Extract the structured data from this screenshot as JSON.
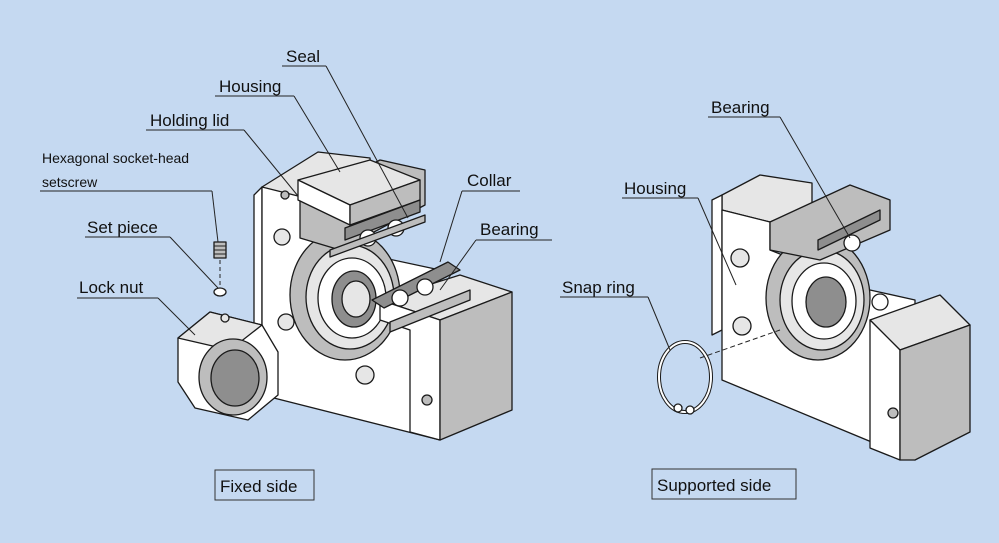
{
  "fixed_side": {
    "caption": "Fixed side",
    "labels": {
      "seal": "Seal",
      "housing": "Housing",
      "holding_lid": "Holding lid",
      "setscrew_line1": "Hexagonal socket-head",
      "setscrew_line2": "setscrew",
      "set_piece": "Set piece",
      "lock_nut": "Lock nut",
      "collar": "Collar",
      "bearing": "Bearing"
    }
  },
  "supported_side": {
    "caption": "Supported side",
    "labels": {
      "bearing": "Bearing",
      "housing": "Housing",
      "snap_ring": "Snap ring"
    }
  }
}
